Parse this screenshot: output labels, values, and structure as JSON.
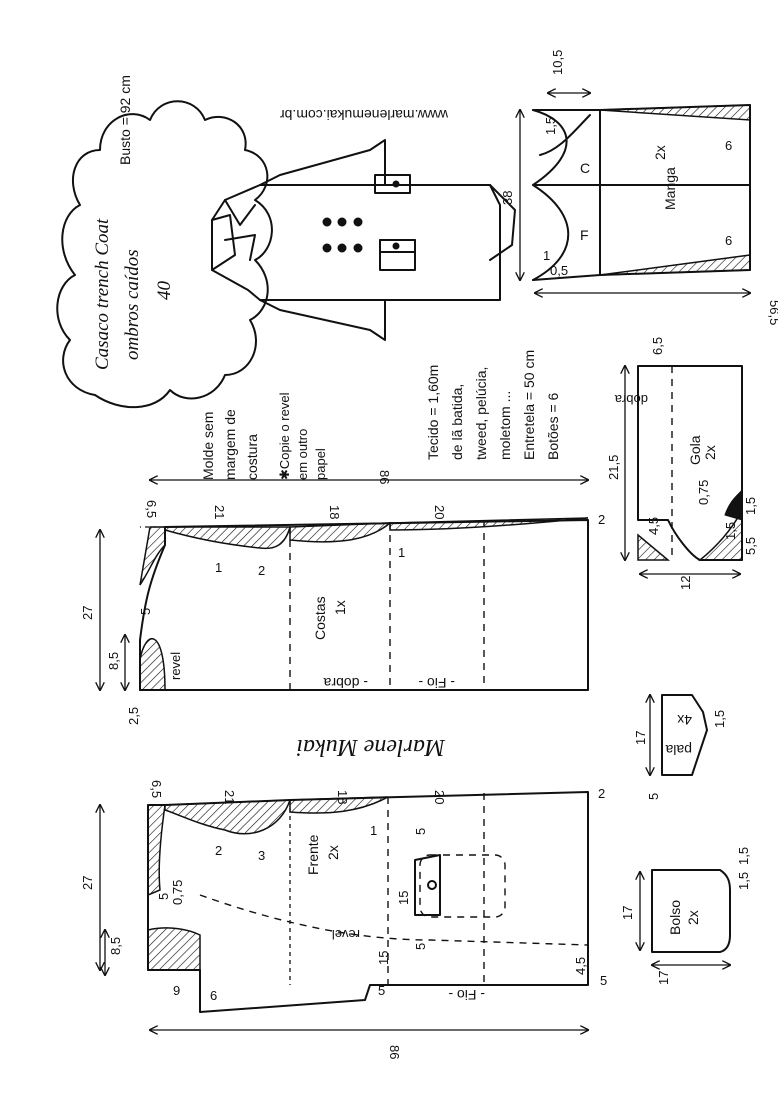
{
  "title": {
    "line1": "Casaco trench Coat",
    "line2": "ombros caídos",
    "line3": "40"
  },
  "bust": "Busto = 92 cm",
  "website": "www.marlenemukai.com.br",
  "notes": {
    "molde_l1": "Molde sem",
    "molde_l2": "margem de",
    "molde_l3": "costura",
    "copy_l1": "✱Copie o revel",
    "copy_l2": "em outro",
    "copy_l3": "papel",
    "fabric_l1": "Tecido = 1,60m",
    "fabric_l2": "de lã batida,",
    "fabric_l3": "tweed, pelúcia,",
    "fabric_l4": "moletom ...",
    "fabric_l5": "Entretela = 50 cm",
    "fabric_l6": "Botões = 6"
  },
  "signature": "Marlene Mukai",
  "pieces": {
    "manga": {
      "name": "Manga",
      "qty": "2x",
      "c": "C",
      "f": "F",
      "dims": {
        "top": "10,5",
        "side": "38",
        "bottom": "56,5",
        "cap": "1,5",
        "six_a": "6",
        "six_b": "6",
        "one": "1",
        "half": "0,5"
      }
    },
    "gola": {
      "name": "Gola",
      "qty": "2x",
      "fold": "dobra",
      "dims": {
        "len": "21,5",
        "w": "6,5",
        "base": "12",
        "a": "4,5",
        "b": "0,75",
        "c": "1,5",
        "d": "5,5",
        "e": "1,5"
      }
    },
    "costas": {
      "name": "Costas",
      "qty": "1x",
      "fold": "- dobra",
      "grain": "- Fio -",
      "revel": "revel",
      "dims": {
        "len": "86",
        "width": "27",
        "s1": "21",
        "s2": "18",
        "s3": "20",
        "top": "6,5",
        "w": "8,5",
        "n1": "5",
        "n2": "2,5",
        "one_a": "1",
        "one_b": "1",
        "two_a": "2",
        "two_b": "2"
      }
    },
    "frente": {
      "name": "Frente",
      "qty": "2x",
      "grain": "- Fio -",
      "revel": "revel",
      "dims": {
        "len": "86",
        "width": "27",
        "s1": "21",
        "s2": "18",
        "s3": "20",
        "top": "6,5",
        "w": "8,5",
        "n1": "5",
        "n2": "0,75",
        "n3": "9",
        "n4": "6",
        "n5": "15",
        "n6": "5",
        "n7": "4,5",
        "n8": "5",
        "n9": "2",
        "two": "2",
        "three": "3",
        "one": "1",
        "p1": "5",
        "p2": "15",
        "p3": "5"
      }
    },
    "pala": {
      "name": "pala",
      "qty": "4x",
      "dims": {
        "len": "17",
        "h": "5",
        "a": "1,5"
      }
    },
    "bolso": {
      "name": "Bolso",
      "qty": "2x",
      "dims": {
        "h": "17",
        "w": "17",
        "a": "1,5",
        "b": "1,5"
      }
    }
  }
}
